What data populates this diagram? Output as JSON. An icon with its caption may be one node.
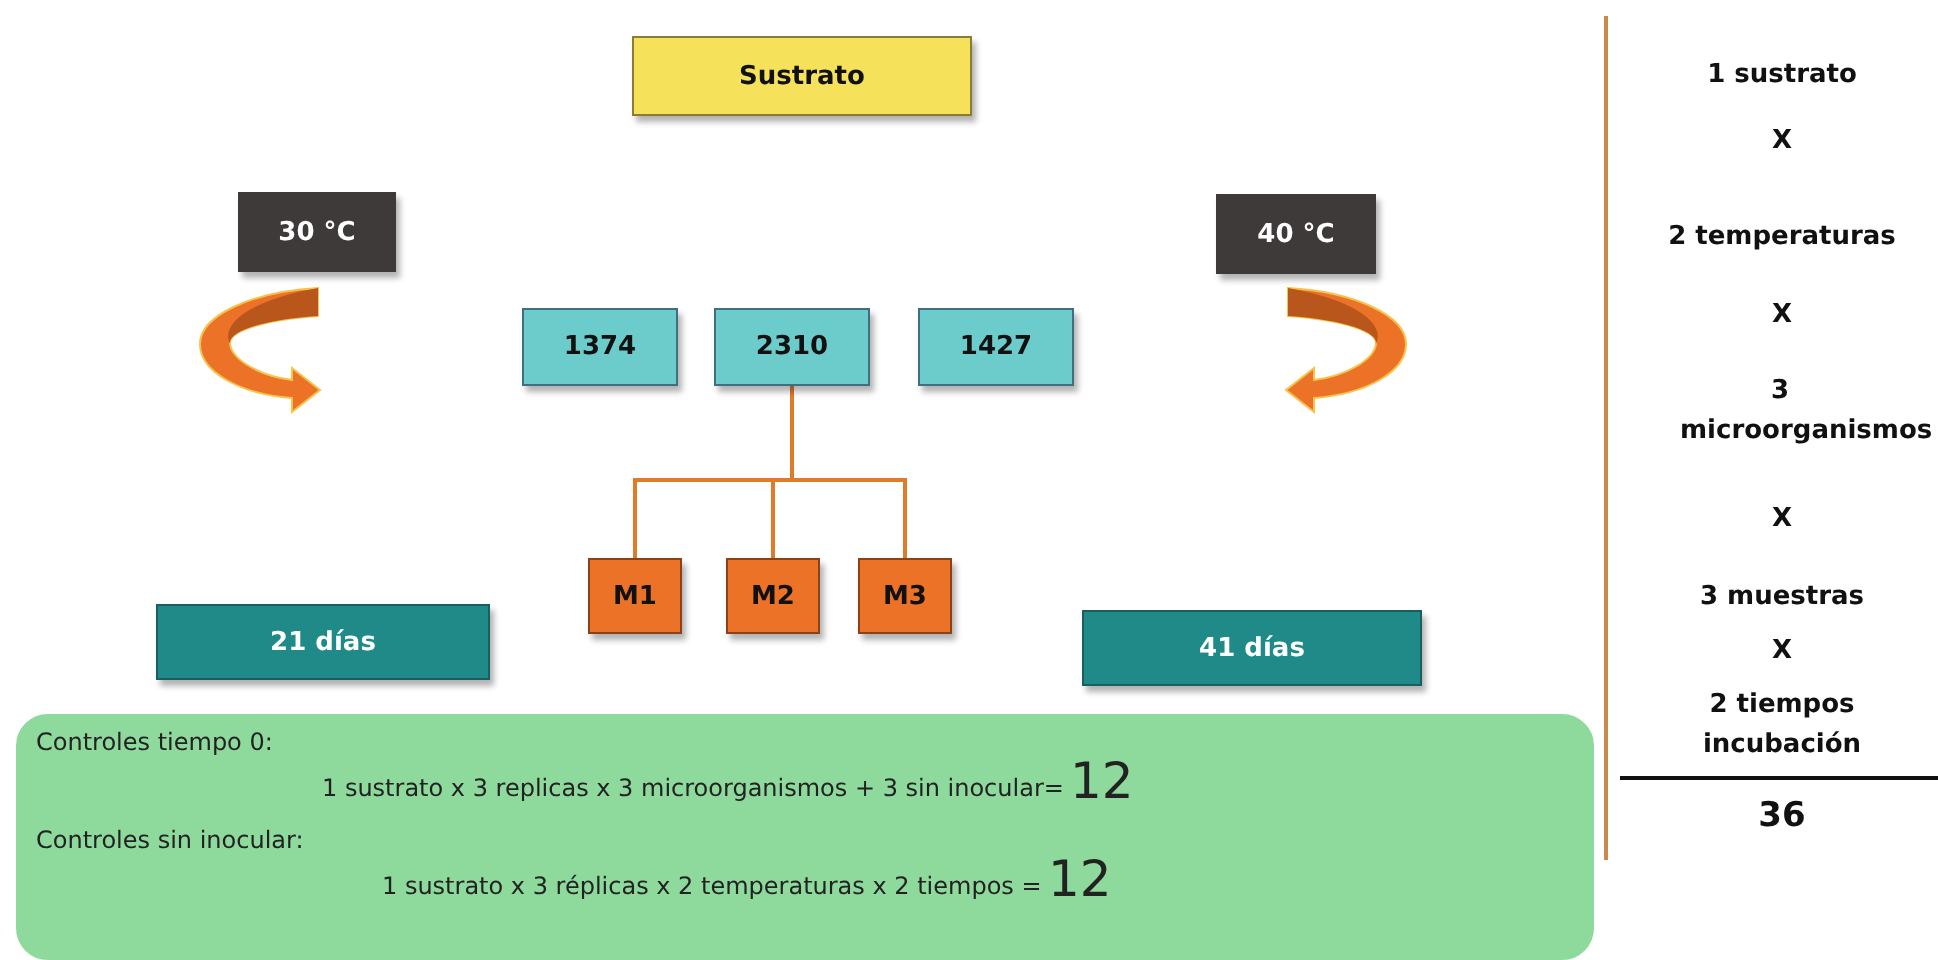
{
  "diagram": {
    "nodes": [
      {
        "text": [
          "Sustrato"
        ]
      },
      {
        "text": [
          "30 °C"
        ]
      },
      {
        "text": [
          "40 °C"
        ]
      },
      {
        "text": [
          "1374"
        ]
      },
      {
        "text": [
          "2310"
        ]
      },
      {
        "text": [
          "1427"
        ]
      },
      {
        "text": [
          "M1"
        ]
      },
      {
        "text": [
          "M2"
        ]
      },
      {
        "text": [
          "M3"
        ]
      },
      {
        "text": [
          "21 días"
        ]
      },
      {
        "text": [
          "41 días"
        ]
      },
      {
        "text": [
          "Controles tiempo 0:",
          "1 sustrato x 3 replicas x 3 microorganismos + 3 sin inocular=",
          "12",
          "Controles sin inocular:",
          "1 sustrato x 3 réplicas x 2 temperaturas x 2 tiempos =",
          "12"
        ]
      }
    ],
    "edges": [
      {
        "from": 4,
        "to": 6,
        "arrow": "none"
      },
      {
        "from": 4,
        "to": 7,
        "arrow": "none"
      },
      {
        "from": 4,
        "to": 8,
        "arrow": "none"
      }
    ],
    "labels": [
      "1 sustrato",
      "X",
      "2 temperaturas",
      "X",
      "3 microorganismos",
      "X",
      "3 muestras",
      "X",
      "2 tiempos incubación",
      "36"
    ]
  }
}
